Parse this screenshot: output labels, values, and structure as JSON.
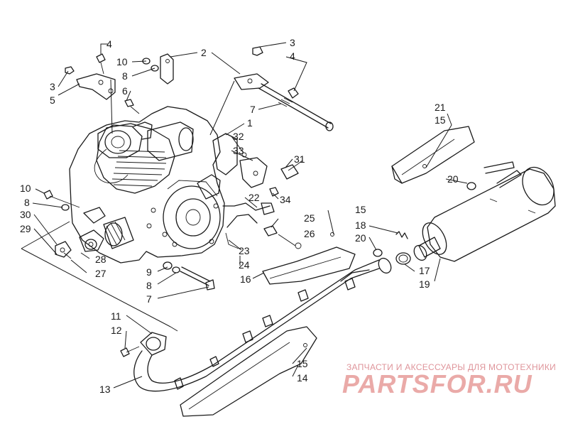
{
  "callouts": [
    {
      "id": "4-a",
      "text": "4"
    },
    {
      "id": "10-a",
      "text": "10"
    },
    {
      "id": "8-a",
      "text": "8"
    },
    {
      "id": "2",
      "text": "2"
    },
    {
      "id": "3-a",
      "text": "3"
    },
    {
      "id": "4-b",
      "text": "4"
    },
    {
      "id": "3-b",
      "text": "3"
    },
    {
      "id": "5",
      "text": "5"
    },
    {
      "id": "6",
      "text": "6"
    },
    {
      "id": "7-a",
      "text": "7"
    },
    {
      "id": "1",
      "text": "1"
    },
    {
      "id": "32",
      "text": "32"
    },
    {
      "id": "33",
      "text": "33"
    },
    {
      "id": "31",
      "text": "31"
    },
    {
      "id": "21",
      "text": "21"
    },
    {
      "id": "15-a",
      "text": "15"
    },
    {
      "id": "20-a",
      "text": "20"
    },
    {
      "id": "10-b",
      "text": "10"
    },
    {
      "id": "8-b",
      "text": "8"
    },
    {
      "id": "30",
      "text": "30"
    },
    {
      "id": "29",
      "text": "29"
    },
    {
      "id": "34",
      "text": "34"
    },
    {
      "id": "22",
      "text": "22"
    },
    {
      "id": "25",
      "text": "25"
    },
    {
      "id": "15-b",
      "text": "15"
    },
    {
      "id": "18",
      "text": "18"
    },
    {
      "id": "26",
      "text": "26"
    },
    {
      "id": "20-b",
      "text": "20"
    },
    {
      "id": "28",
      "text": "28"
    },
    {
      "id": "27",
      "text": "27"
    },
    {
      "id": "23",
      "text": "23"
    },
    {
      "id": "24",
      "text": "24"
    },
    {
      "id": "17",
      "text": "17"
    },
    {
      "id": "19",
      "text": "19"
    },
    {
      "id": "9",
      "text": "9"
    },
    {
      "id": "8-c",
      "text": "8"
    },
    {
      "id": "7-b",
      "text": "7"
    },
    {
      "id": "16",
      "text": "16"
    },
    {
      "id": "11",
      "text": "11"
    },
    {
      "id": "12",
      "text": "12"
    },
    {
      "id": "13",
      "text": "13"
    },
    {
      "id": "15-c",
      "text": "15"
    },
    {
      "id": "14",
      "text": "14"
    }
  ],
  "watermark": {
    "tagline": "ЗАПЧАСТИ И АКСЕССУАРЫ ДЛЯ МОТОТЕХНИКИ",
    "logo_text": "PARTSFOR.RU"
  }
}
